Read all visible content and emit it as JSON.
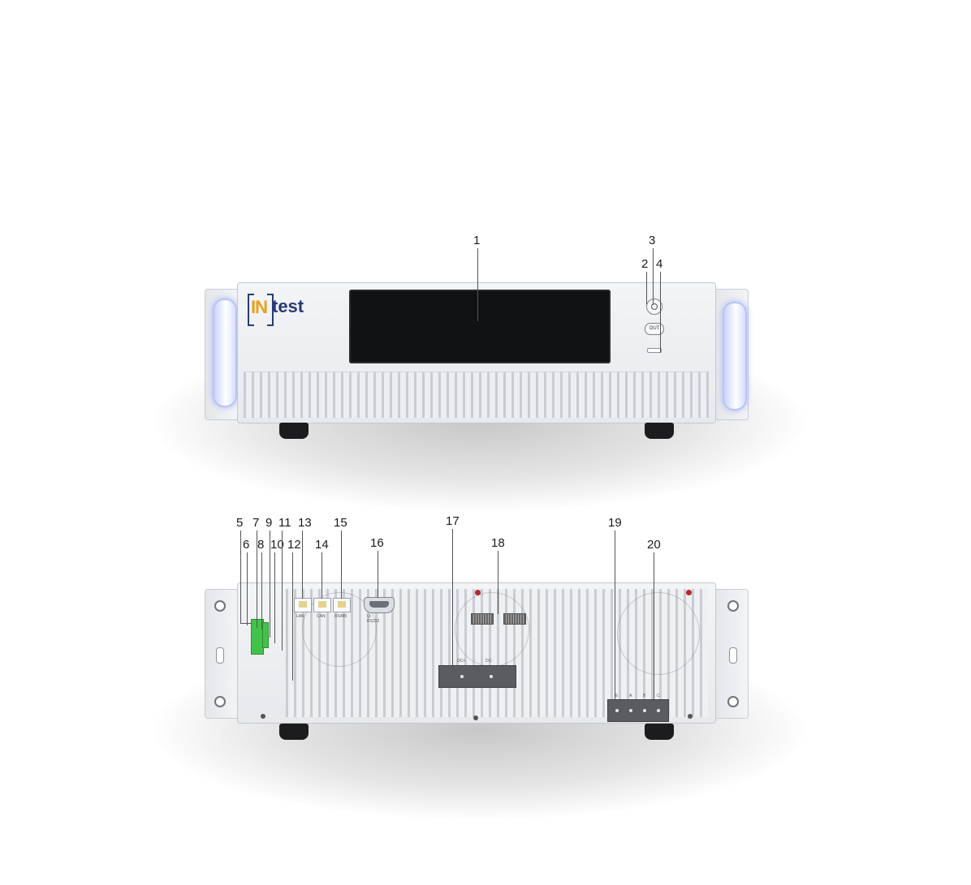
{
  "logo": {
    "brand_in": "IN",
    "brand_rest": "test"
  },
  "front_panel": {
    "out_button_label": "OUT",
    "callouts": [
      "1",
      "2",
      "3",
      "4"
    ]
  },
  "rear_panel": {
    "callouts": [
      "5",
      "6",
      "7",
      "8",
      "9",
      "10",
      "11",
      "12",
      "13",
      "14",
      "15",
      "16",
      "17",
      "18",
      "19",
      "20"
    ],
    "port_labels": [
      "LAN",
      "CAN",
      "RS485"
    ],
    "connector_label": "Q-RS232",
    "dc_labels": [
      "DC+",
      "DC-"
    ],
    "ac_labels": [
      "E",
      "A",
      "B",
      "C"
    ]
  },
  "colors": {
    "logo_gold": "#e4a21a",
    "logo_navy": "#2a3a78",
    "handle_glow": "#a8b6f7",
    "terminal_green": "#42c24a"
  }
}
